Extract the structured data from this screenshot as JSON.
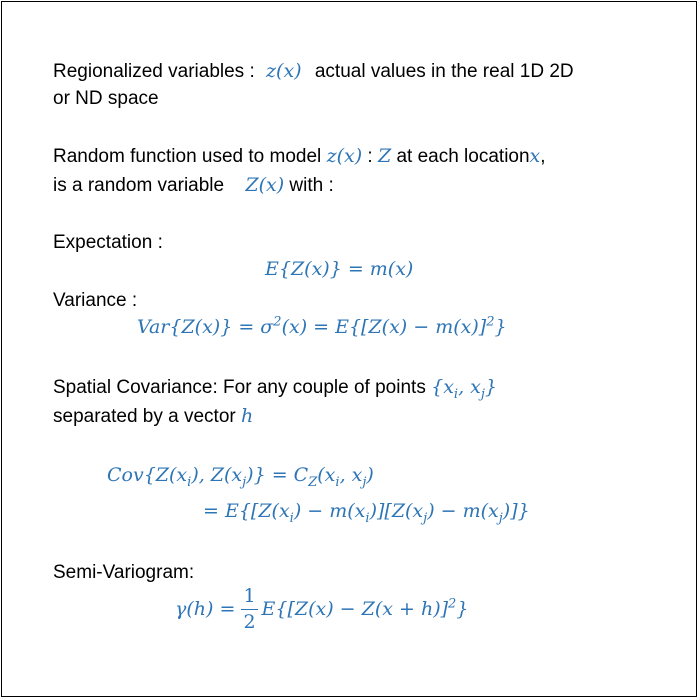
{
  "regionalized": {
    "label": "Regionalized variables :",
    "symbol": "z(x)",
    "rest_line1": "actual values in the real 1D 2D",
    "rest_line2": "or ND space"
  },
  "random_function": {
    "text1": "Random function used to model",
    "sym1": "z(x)",
    "colon": ":",
    "sym2": "Z",
    "text2": "at each location",
    "sym3": "x",
    "comma": ",",
    "text3": "is a random variable",
    "sym4": "Z(x)",
    "text4": "with :"
  },
  "expectation": {
    "label": "Expectation :",
    "equation": "E{Z(x)} = m(x)"
  },
  "variance": {
    "label": "Variance :",
    "lhs": "Var{Z(x)} = σ",
    "sup": "2",
    "rhs": "(x) = E{[Z(x) − m(x)]",
    "sup2": "2",
    "end": "}"
  },
  "covariance": {
    "label": "Spatial Covariance: For any couple of points",
    "points_open": "{x",
    "points_i": "i",
    "points_mid": ", x",
    "points_j": "j",
    "points_close": "}",
    "line2": "separated by a vector",
    "vector": "h",
    "eq1_a": "Cov{Z(x",
    "eq1_b": "), Z(x",
    "eq1_c": ")} = C",
    "eq1_z": "Z",
    "eq1_d": "(x",
    "eq1_e": ", x",
    "eq1_f": ")",
    "eq2_a": "= E{[Z(x",
    "eq2_b": ") − m(x",
    "eq2_c": ")][Z(x",
    "eq2_d": ") − m(x",
    "eq2_e": ")]}",
    "i": "i",
    "j": "j"
  },
  "semivariogram": {
    "label": "Semi-Variogram:",
    "lhs": "γ(h) =",
    "num": "1",
    "den": "2",
    "rhs": "E{[Z(x) − Z(x + h)]",
    "sup": "2",
    "end": "}"
  }
}
